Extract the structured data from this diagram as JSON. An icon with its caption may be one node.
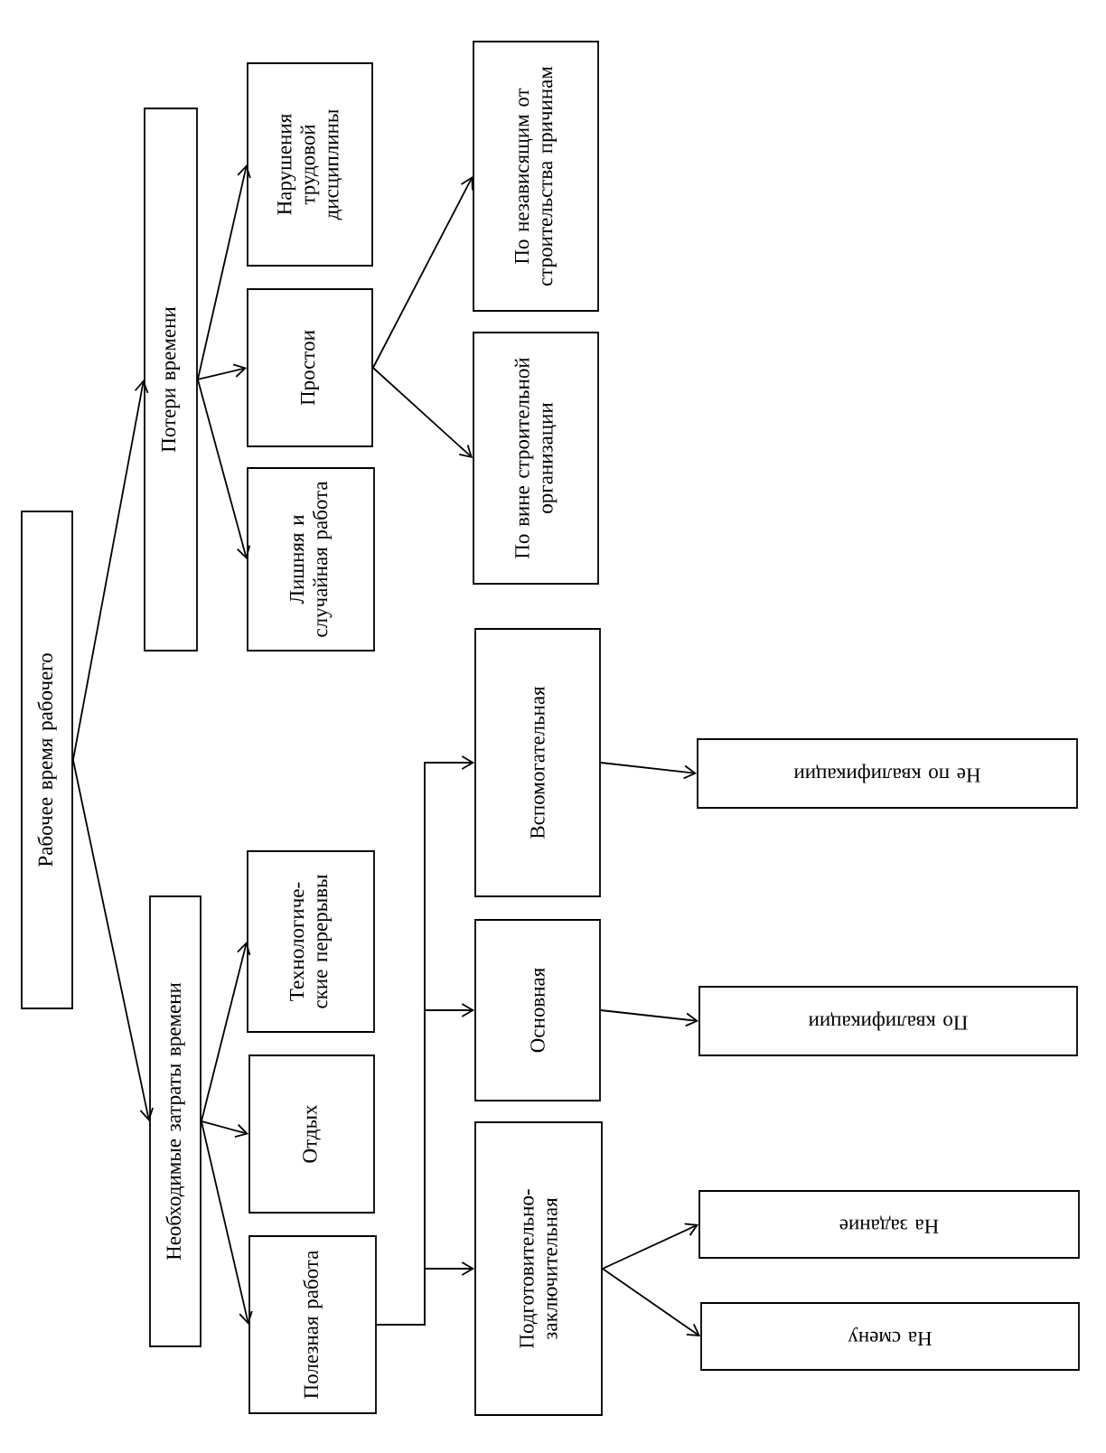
{
  "diagram": {
    "nodes": [
      {
        "text": [
          "Рабочее время рабочего"
        ]
      },
      {
        "text": [
          "Потери времени"
        ]
      },
      {
        "text": [
          "Лишняя и случайная работа"
        ]
      },
      {
        "text": [
          "Простои"
        ]
      },
      {
        "text": [
          "Нарушения трудовой дисциплины"
        ]
      },
      {
        "text": [
          "По вине строительной организации"
        ]
      },
      {
        "text": [
          "По независящим от строительства причинам"
        ]
      },
      {
        "text": [
          "Необходимые затраты времени"
        ]
      },
      {
        "text": [
          "Полезная работа"
        ]
      },
      {
        "text": [
          "Отдых"
        ]
      },
      {
        "text": [
          "Технологиче- ские перерывы"
        ]
      },
      {
        "text": [
          "Подготовительно- заключительная"
        ]
      },
      {
        "text": [
          "Основная"
        ]
      },
      {
        "text": [
          "Вспомогательная"
        ]
      },
      {
        "text": [
          "На смену"
        ]
      },
      {
        "text": [
          "На задание"
        ]
      },
      {
        "text": [
          "По квалификации"
        ]
      },
      {
        "text": [
          "Не по квалификации"
        ]
      }
    ],
    "edges": [
      {
        "from": 0,
        "to": 1,
        "arrow": "to"
      },
      {
        "from": 1,
        "to": 2,
        "arrow": "to"
      },
      {
        "from": 1,
        "to": 3,
        "arrow": "to"
      },
      {
        "from": 1,
        "to": 4,
        "arrow": "to"
      },
      {
        "from": 3,
        "to": 5,
        "arrow": "to"
      },
      {
        "from": 3,
        "to": 6,
        "arrow": "to"
      },
      {
        "from": 0,
        "to": 7,
        "arrow": "to"
      },
      {
        "from": 7,
        "to": 8,
        "arrow": "to"
      },
      {
        "from": 7,
        "to": 9,
        "arrow": "to"
      },
      {
        "from": 7,
        "to": 10,
        "arrow": "to"
      },
      {
        "from": 8,
        "to": 11,
        "arrow": "to"
      },
      {
        "from": 8,
        "to": 12,
        "arrow": "to"
      },
      {
        "from": 8,
        "to": 13,
        "arrow": "to"
      },
      {
        "from": 11,
        "to": 14,
        "arrow": "to"
      },
      {
        "from": 11,
        "to": 15,
        "arrow": "to"
      },
      {
        "from": 12,
        "to": 16,
        "arrow": "to"
      },
      {
        "from": 13,
        "to": 17,
        "arrow": "to"
      }
    ]
  }
}
